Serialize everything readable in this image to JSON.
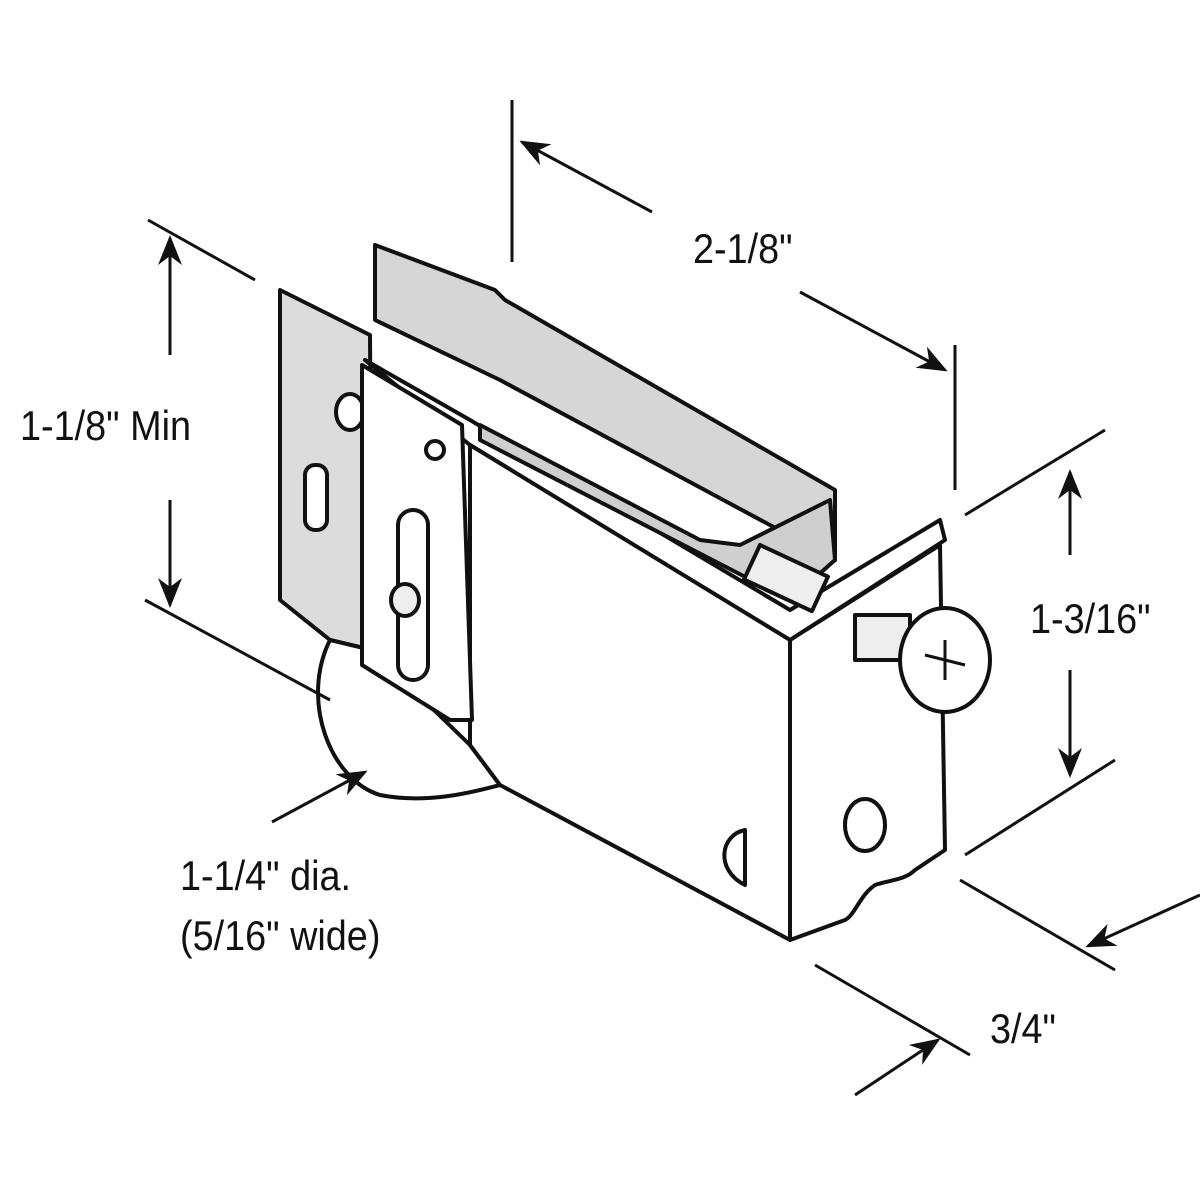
{
  "title": "Sliding door roller assembly dimensions",
  "dimensions": {
    "length": "2-1/8\"",
    "height_min": "1-1/8\" Min",
    "housing_height": "1-3/16\"",
    "wheel_diameter": "1-1/4\" dia.",
    "wheel_width": "(5/16\" wide)",
    "thickness": "3/4\""
  },
  "colors": {
    "line": "#111111",
    "plate_gray": "#d9d9d9",
    "housing": "#ffffff"
  }
}
